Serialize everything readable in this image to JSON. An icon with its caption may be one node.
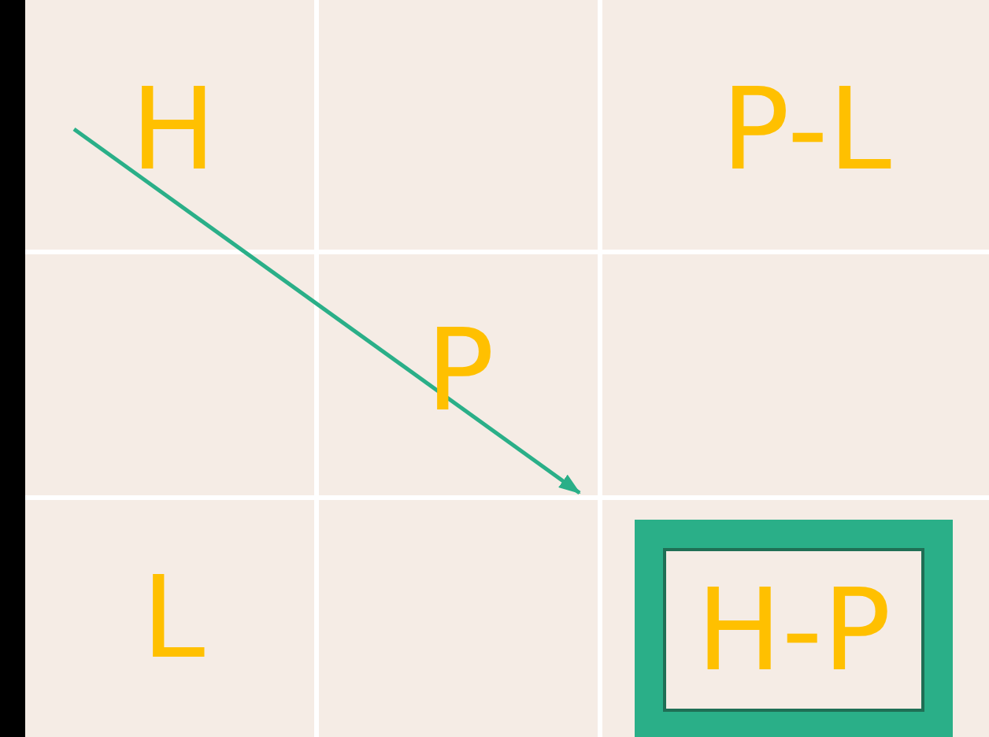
{
  "diagram": {
    "nodes": [
      {
        "text": [
          "H-P"
        ]
      }
    ],
    "labels": [
      "H",
      "P-L",
      "P",
      "L"
    ]
  }
}
